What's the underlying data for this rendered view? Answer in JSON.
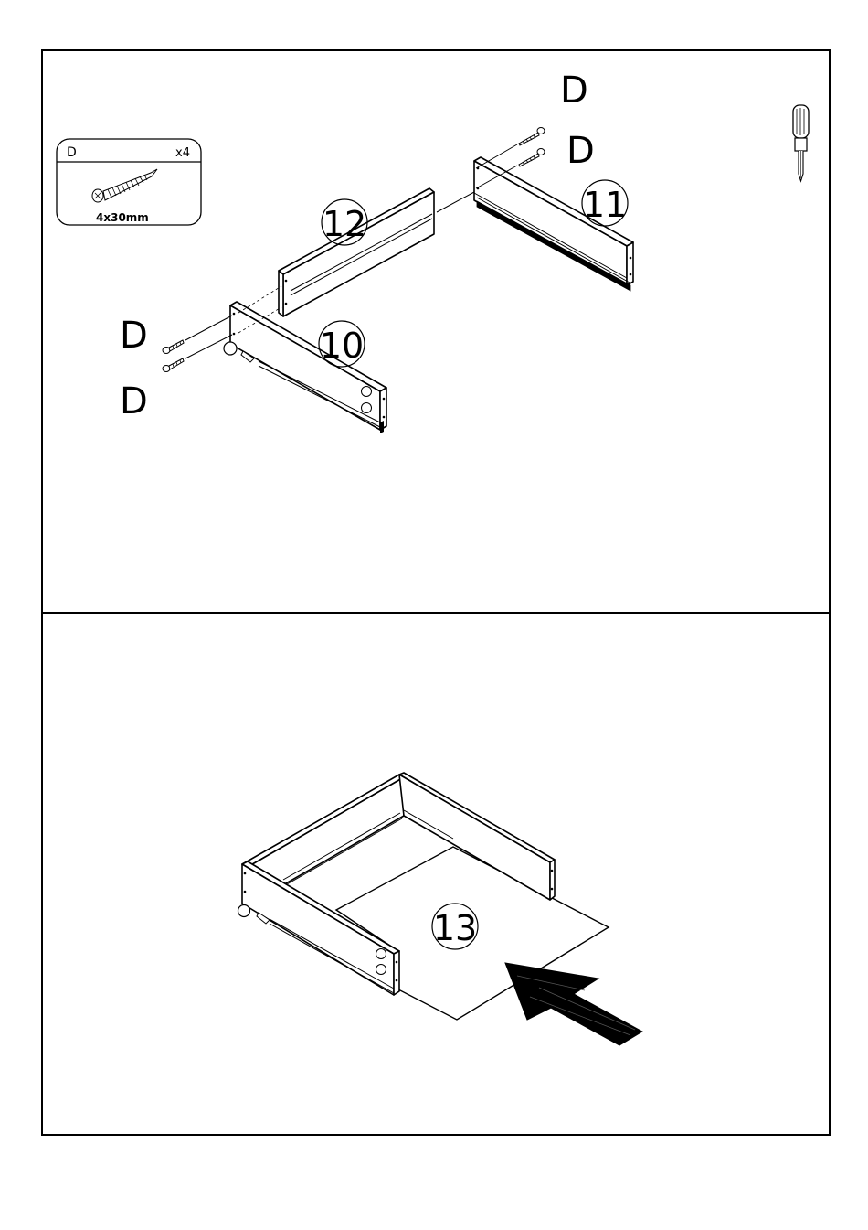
{
  "hardware_box": {
    "letter": "D",
    "quantity": "x4",
    "size": "4x30mm"
  },
  "panel1": {
    "screw_letters": [
      "D",
      "D",
      "D",
      "D"
    ],
    "part_numbers": [
      "12",
      "11",
      "10"
    ],
    "tool_icon": "screwdriver-icon"
  },
  "panel2": {
    "part_number": "13",
    "arrow_icon": "insert-arrow-icon"
  }
}
